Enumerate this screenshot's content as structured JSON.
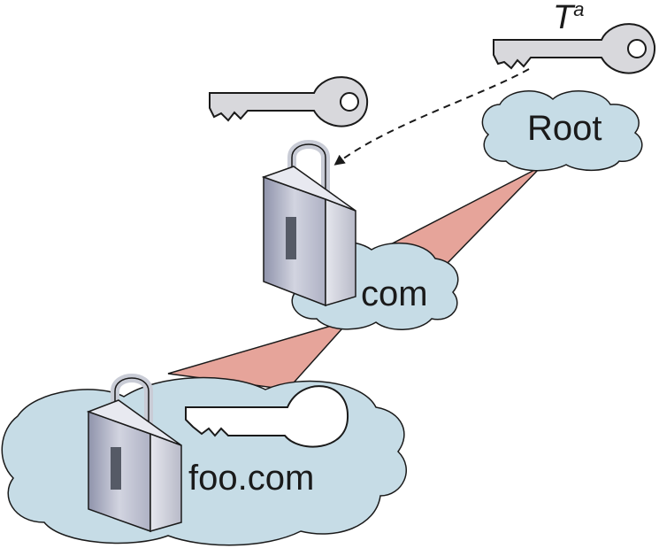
{
  "diagram": {
    "nodes": {
      "root": {
        "label": "Root"
      },
      "com": {
        "label": "com"
      },
      "foo_com": {
        "label": "foo.com"
      }
    },
    "trust_anchor": {
      "label": "T",
      "superscript": "a"
    },
    "colors": {
      "cloud_fill": "#c6dce6",
      "cloud_stroke": "#1a1a1a",
      "delegation_wedge": "#e6a49a",
      "key_fill": "#d8d8dc",
      "lock_body": "#b9bccc",
      "lock_shackle": "#c9ccd6",
      "arrow": "#1a1a1a"
    },
    "icons": [
      "cloud",
      "key-icon",
      "padlock-icon",
      "dashed-arrow"
    ]
  }
}
